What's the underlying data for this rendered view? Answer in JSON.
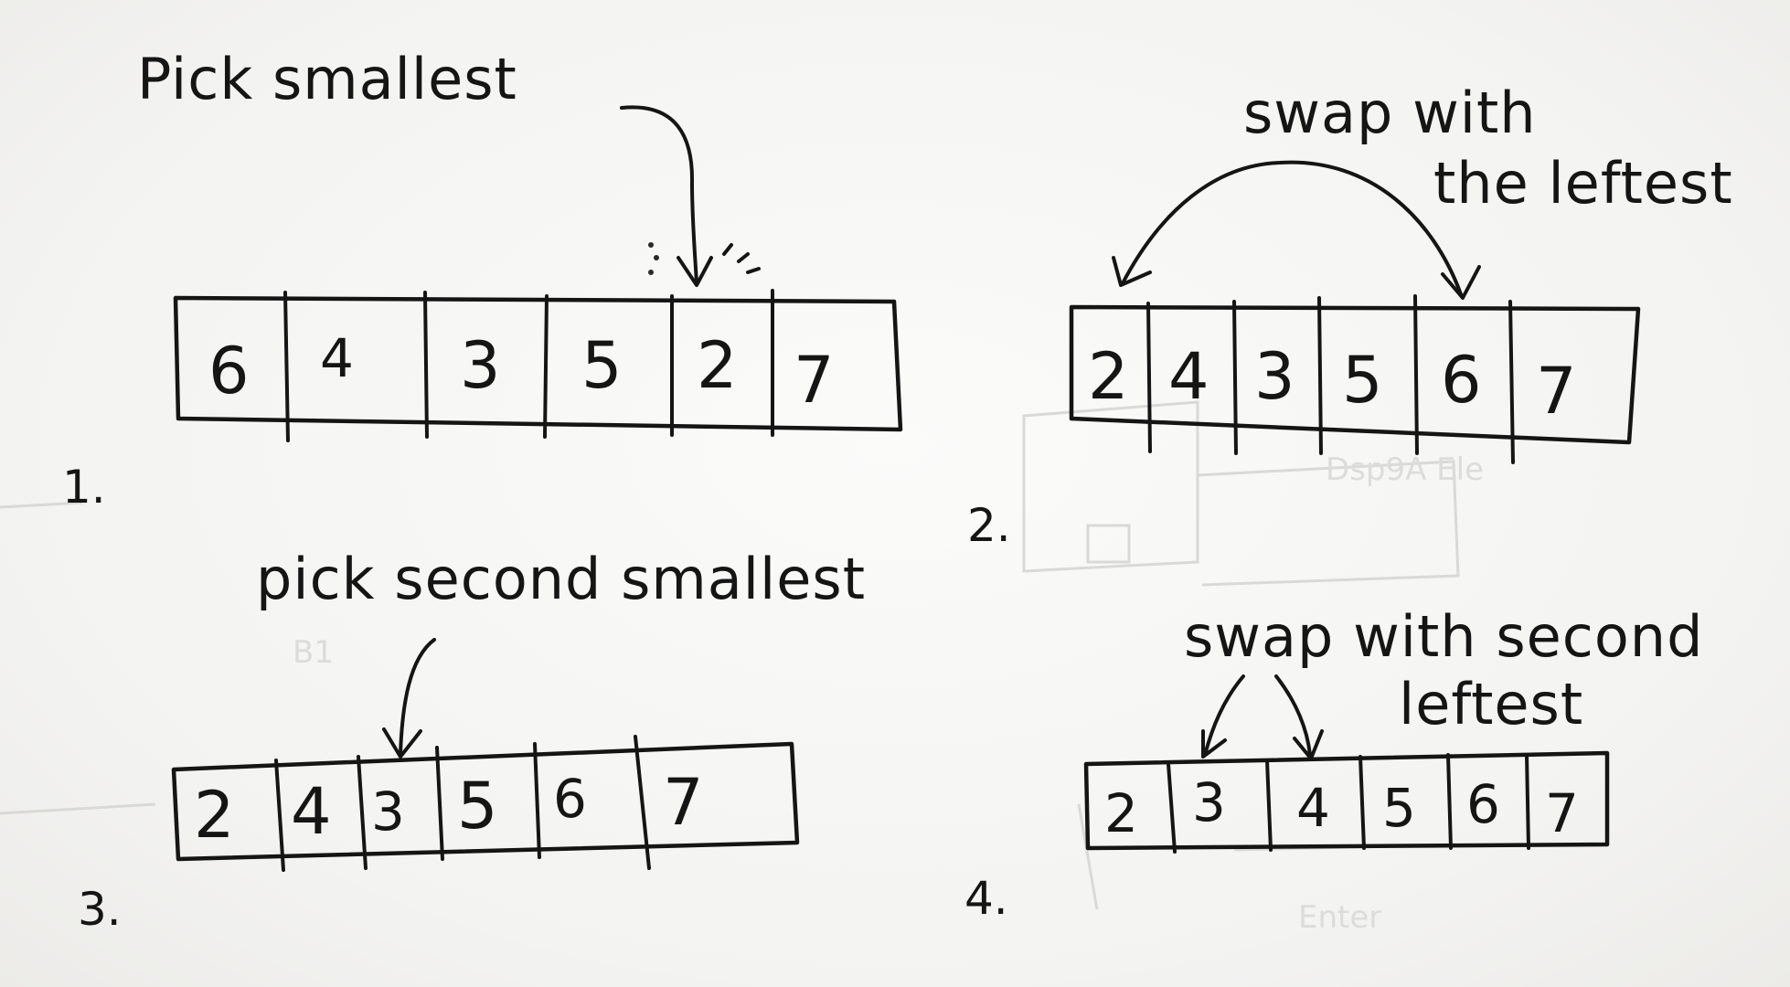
{
  "steps": [
    {
      "number": "1.",
      "annotation": "Pick smallest",
      "array": [
        "6",
        "4",
        "3",
        "5",
        "2",
        "7"
      ]
    },
    {
      "number": "2.",
      "annotation_line1": "swap with",
      "annotation_line2": "the leftest",
      "array": [
        "2",
        "4",
        "3",
        "5",
        "6",
        "7"
      ]
    },
    {
      "number": "3.",
      "annotation": "pick second smallest",
      "array": [
        "2",
        "4",
        "3",
        "5",
        "6",
        "7"
      ]
    },
    {
      "number": "4.",
      "annotation_line1": "swap with second",
      "annotation_line2": "leftest",
      "array": [
        "2",
        "3",
        "4",
        "5",
        "6",
        "7"
      ]
    }
  ]
}
